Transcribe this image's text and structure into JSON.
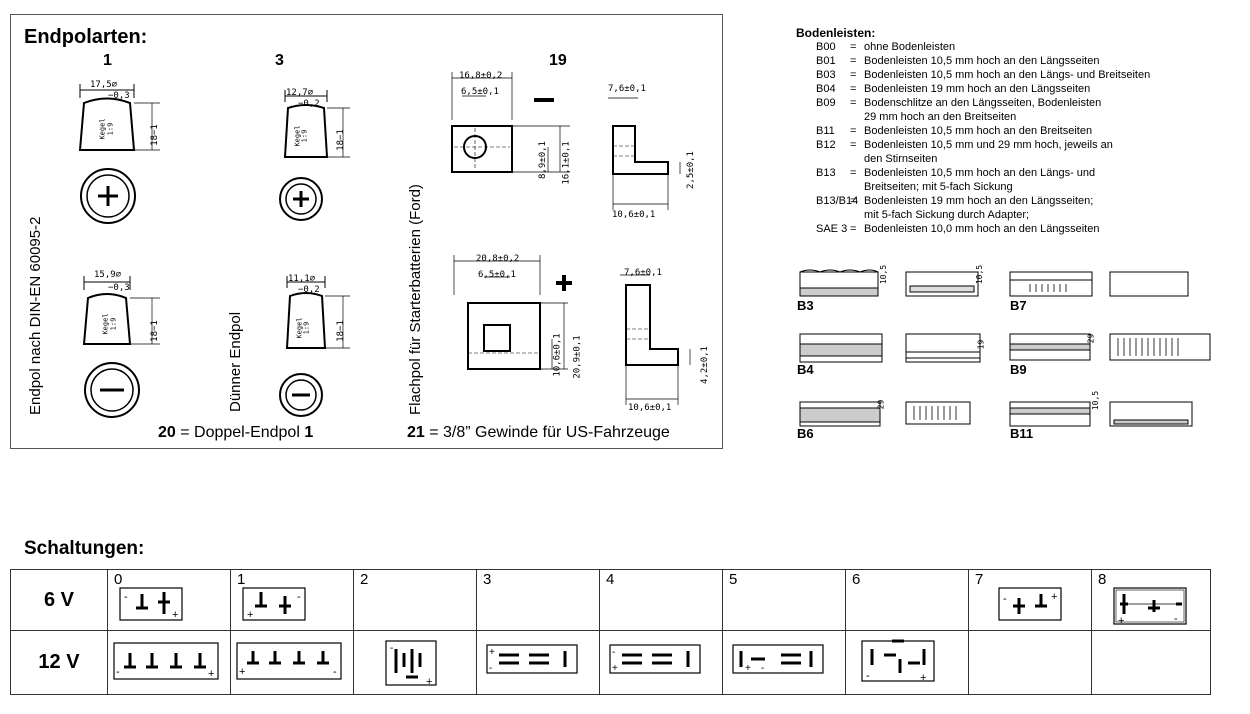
{
  "endpolarten": {
    "title": "Endpolarten:",
    "col1": "1",
    "col3": "3",
    "col19": "19",
    "vert_label_1": "Endpol nach DIN-EN 60095-2",
    "vert_label_3": "Dünner Endpol",
    "vert_label_19": "Flachpol für Starterbatterien (Ford)",
    "caption_20_num": "20",
    "caption_20_text": " = Doppel-Endpol ",
    "caption_20_ref": "1",
    "caption_21_num": "21",
    "caption_21_text": " = 3/8” Gewinde für US-Fahrzeuge",
    "kegel": "Kegel",
    "ratio": "1:9",
    "dim_17_5": "17,5∅",
    "dim_m03_a": "−0,3",
    "dim_18_a": "18−1",
    "dim_12_7": "12,7∅",
    "dim_m02_a": "−0,2",
    "dim_18_b": "18−1",
    "dim_15_9": "15,9∅",
    "dim_m03_b": "−0,3",
    "dim_18_c": "18−1",
    "dim_11_1": "11,1∅",
    "dim_m02_b": "−0,2",
    "dim_18_d": "18−1",
    "flat_neg_w": "16,8±0,2",
    "flat_neg_hole": "6,5±0,1",
    "flat_neg_h1": "8,9±0,1",
    "flat_neg_h2": "16,1±0,1",
    "flat_neg_side_t": "7,6±0,1",
    "flat_neg_side_h": "2,5±0,1",
    "flat_neg_side_w": "10,6±0,1",
    "flat_pos_w": "20,8±0,2",
    "flat_pos_hole": "6,5±0,1",
    "flat_pos_h1": "10,6±0,1",
    "flat_pos_h2": "20,9±0,1",
    "flat_pos_side_t": "7,6±0,1",
    "flat_pos_side_h": "4,2±0,1",
    "flat_pos_side_w": "10,6±0,1"
  },
  "bodenleisten": {
    "title": "Bodenleisten:",
    "items": [
      {
        "code": "B00",
        "desc": "ohne Bodenleisten"
      },
      {
        "code": "B01",
        "desc": "Bodenleisten 10,5 mm hoch an den Längsseiten"
      },
      {
        "code": "B03",
        "desc": "Bodenleisten 10,5 mm hoch an den Längs- und Breitseiten"
      },
      {
        "code": "B04",
        "desc": "Bodenleisten 19 mm hoch an den Längsseiten"
      },
      {
        "code": "B09",
        "desc": "Bodenschlitze an den Längsseiten, Bodenleisten"
      },
      {
        "code": "",
        "desc": "29 mm hoch an den  Breitseiten"
      },
      {
        "code": "B11",
        "desc": "Bodenleisten 10,5 mm hoch an den Breitseiten"
      },
      {
        "code": "B12",
        "desc": "Bodenleisten 10,5 mm und 29 mm hoch, jeweils an"
      },
      {
        "code": "",
        "desc": "den Stirnseiten"
      },
      {
        "code": "B13",
        "desc": "Bodenleisten 10,5 mm hoch an den Längs- und"
      },
      {
        "code": "",
        "desc": "Breitseiten; mit 5-fach Sickung"
      },
      {
        "code": "B13/B14",
        "desc": "Bodenleisten 19 mm hoch an den Längsseiten;"
      },
      {
        "code": "",
        "desc": "mit 5-fach Sickung durch Adapter;"
      },
      {
        "code": "SAE 3",
        "desc": "Bodenleisten 10,0 mm hoch an den Längsseiten"
      }
    ],
    "labels": {
      "b3": "B3",
      "b7": "B7",
      "b4": "B4",
      "b9": "B9",
      "b6": "B6",
      "b11": "B11"
    },
    "dims": {
      "d105a": "10,5",
      "d105b": "10,5",
      "d19a": "19",
      "d29a": "29",
      "d29b": "29",
      "d105c": "10,5"
    }
  },
  "schaltungen": {
    "title": "Schaltungen:",
    "row_6v": "6 V",
    "row_12v": "12 V",
    "cols": [
      "0",
      "1",
      "2",
      "3",
      "4",
      "5",
      "6",
      "7",
      "8"
    ],
    "plus": "+",
    "minus": "-"
  }
}
